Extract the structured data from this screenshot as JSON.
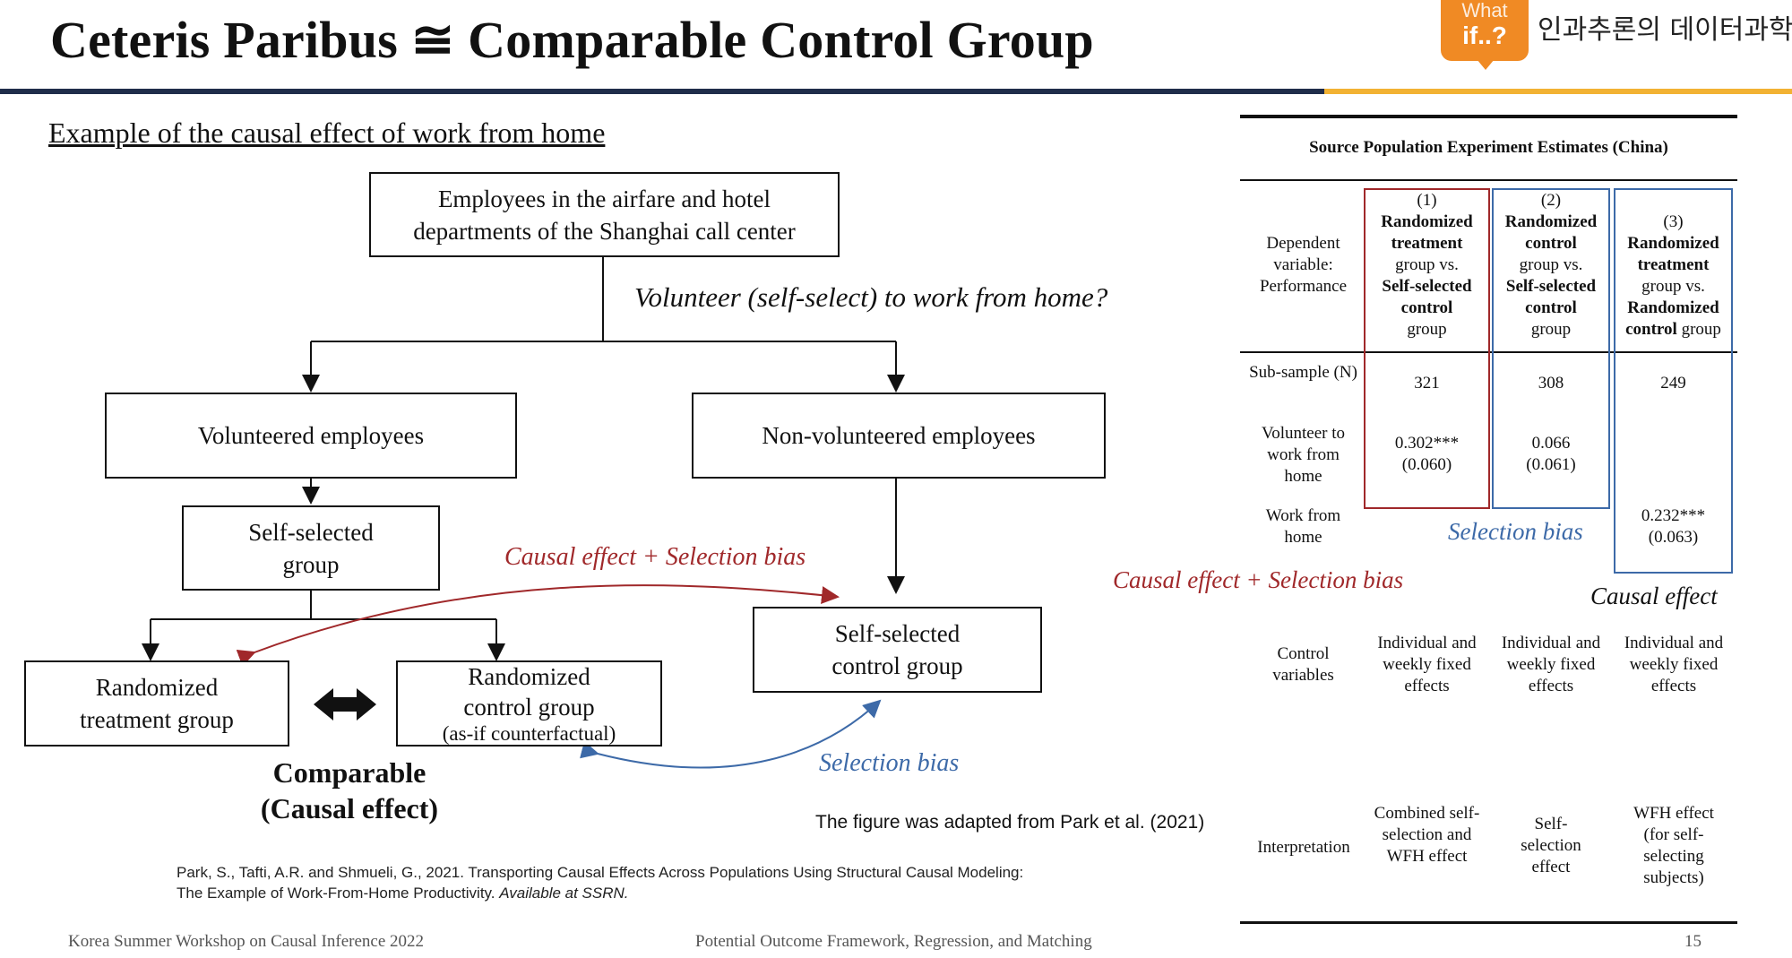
{
  "header": {
    "title": "Ceteris Paribus ≅ Comparable Control Group",
    "logo_line1": "What",
    "logo_line2": "if..?",
    "brand": "인과추론의 데이터과학"
  },
  "subtitle": "Example of the causal effect of work from home",
  "diagram": {
    "root": "Employees in the airfare and hotel departments of the Shanghai call center",
    "question": "Volunteer (self-select) to work from home?",
    "volunteered": "Volunteered employees",
    "non_volunteered": "Non-volunteered employees",
    "self_selected_group": "Self-selected group",
    "randomized_treatment": "Randomized treatment group",
    "randomized_control_line1": "Randomized",
    "randomized_control_line2": "control group",
    "randomized_control_line3": "(as-if counterfactual)",
    "self_selected_control": "Self-selected control group",
    "label_causal_selection": "Causal effect + Selection bias",
    "label_selection_bias": "Selection bias",
    "comparable_line1": "Comparable",
    "comparable_line2": "(Causal effect)",
    "adapted_note": "The figure was adapted from Park et al. (2021)",
    "reference_line1": "Park, S., Tafti, A.R. and Shmueli, G., 2021. Transporting Causal Effects Across Populations Using Structural Causal Modeling:",
    "reference_line2": "The Example of Work-From-Home Productivity. ",
    "reference_italic": "Available at SSRN."
  },
  "table": {
    "title": "Source Population Experiment Estimates (China)",
    "row_header": "Dependent variable: Performance",
    "columns": [
      {
        "num": "(1)",
        "l1": "Randomized",
        "l2": "treatment",
        "l3": "group vs.",
        "l4": "Self-selected",
        "l5": "control",
        "l6": "group"
      },
      {
        "num": "(2)",
        "l1": "Randomized",
        "l2": "control",
        "l3": "group vs.",
        "l4": "Self-selected",
        "l5": "control",
        "l6": "group"
      },
      {
        "num": "(3)",
        "l1": "Randomized",
        "l2": "treatment",
        "l3": "group vs.",
        "l4": "Randomized",
        "l5": "control",
        "l6": "group"
      }
    ],
    "rows": {
      "subsample_label": "Sub-sample (N)",
      "subsample": [
        "321",
        "308",
        "249"
      ],
      "volunteer_label": "Volunteer to work from home",
      "volunteer_coef": [
        "0.302***",
        "0.066"
      ],
      "volunteer_se": [
        "(0.060)",
        "(0.061)"
      ],
      "wfh_label": "Work from home",
      "wfh_coef": "0.232***",
      "wfh_se": "(0.063)",
      "controls_label": "Control variables",
      "controls": [
        "Individual and weekly fixed effects",
        "Individual and weekly fixed effects",
        "Individual and weekly fixed effects"
      ],
      "interp_label": "Interpretation",
      "interp": [
        "Combined self-selection and WFH effect",
        "Self-selection effect",
        "WFH effect (for self-selecting subjects)"
      ]
    },
    "ann_causal_selection": "Causal effect + Selection bias",
    "ann_selection_bias": "Selection bias",
    "ann_causal": "Causal effect"
  },
  "footer": {
    "left": "Korea Summer Workshop on Causal Inference 2022",
    "center": "Potential Outcome Framework, Regression, and Matching",
    "page": "15"
  },
  "colors": {
    "red": "#a0282a",
    "blue": "#3d6aa8",
    "navy": "#1f2d4a",
    "gold": "#f2b233",
    "orange": "#f08a24"
  }
}
